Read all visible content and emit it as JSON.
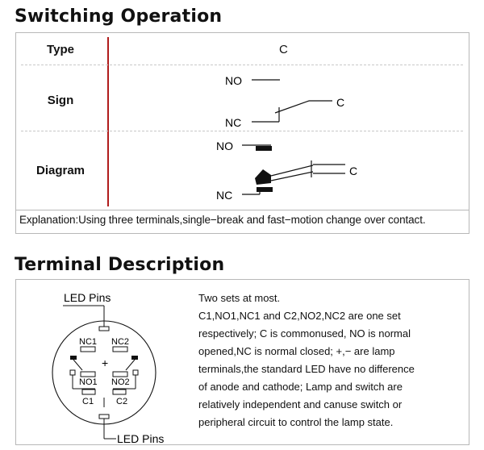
{
  "sections": {
    "switching_title": "Switching Operation",
    "terminal_title": "Terminal Description"
  },
  "switching": {
    "type_label": "Type",
    "type_value": "C",
    "sign_label": "Sign",
    "diagram_label": "Diagram",
    "sign": {
      "no": "NO",
      "nc": "NC",
      "c": "C"
    },
    "diagram": {
      "no": "NO",
      "nc": "NC",
      "c": "C"
    },
    "explanation": "Explanation:Using three terminals,single−break and fast−motion change over contact."
  },
  "terminal": {
    "led_pins_top": "LED Pins",
    "led_pins_bottom": "LED Pins",
    "nc1": "NC1",
    "nc2": "NC2",
    "no1": "NO1",
    "no2": "NO2",
    "c1": "C1",
    "c2": "C2",
    "plus": "+",
    "description_lines": [
      "Two sets at most.",
      "C1,NO1,NC1 and C2,NO2,NC2 are one set",
      "respectively; C is commonused, NO is normal",
      "opened,NC is normal closed; +,− are lamp",
      "terminals,the standard LED have no difference",
      "of anode and cathode; Lamp and switch are",
      "relatively independent and canuse switch or",
      "peripheral circuit to control the lamp state."
    ]
  }
}
